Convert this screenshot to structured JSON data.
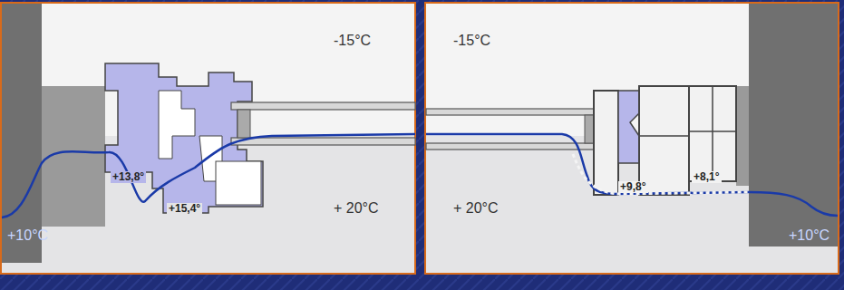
{
  "diagram": {
    "labels": [
      "-15°C",
      "+13,8°",
      "+15,4°",
      "+ 20°C",
      "+10°C",
      "-15°C",
      "+ 20°C",
      "+9,8°",
      "+8,1°",
      "+10°C"
    ]
  }
}
